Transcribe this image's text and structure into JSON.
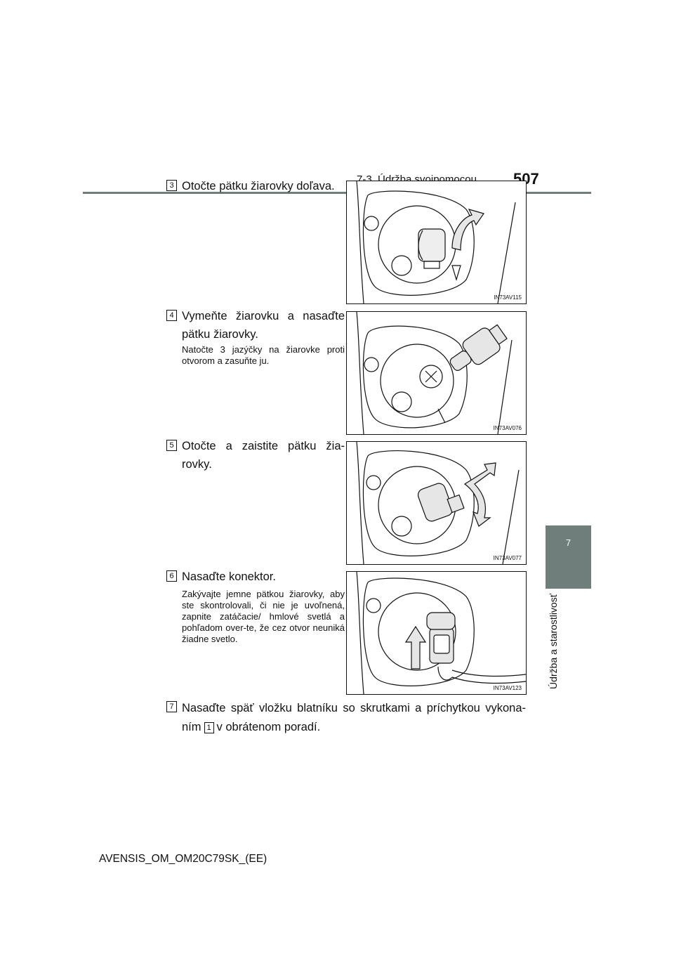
{
  "header": {
    "section": "7-3. Údržba svojpomocou",
    "page_number": "507"
  },
  "side_tab": {
    "chapter_number": "7",
    "chapter_title": "Údržba a starostlivosť"
  },
  "steps": [
    {
      "number": "3",
      "title": "Otočte pätku žiarovky doľava.",
      "note": "",
      "figure_code": "IN73AV115",
      "arrow": "curved-arrow-left"
    },
    {
      "number": "4",
      "title": "Vymeňte žiarovku a nasaďte pätku žiarovky.",
      "note": "Natočte 3 jazýčky na žiarovke proti otvorom a zasuňte ju.",
      "figure_code": "IN73AV076",
      "arrow": ""
    },
    {
      "number": "5",
      "title": "Otočte a zaistite pätku žia-rovky.",
      "note": "",
      "figure_code": "IN73AV077",
      "arrow": "curved-arrow-right"
    },
    {
      "number": "6",
      "title": "Nasaďte konektor.",
      "note": "Zakývajte jemne pätkou žiarovky, aby ste skontrolovali, či nie je uvoľnená, zapnite zatáčacie/ hmlové svetlá a pohľadom over-te, že cez otvor neuniká žiadne svetlo.",
      "figure_code": "IN73AV123",
      "arrow": "up-arrow"
    },
    {
      "number": "7",
      "text_before": "Nasaďte späť vložku blatníku so skrutkami a príchytkou vykona-ním",
      "ref": "1",
      "text_after": "v obrátenom poradí."
    }
  ],
  "footer": {
    "text": "AVENSIS_OM_OM20C79SK_(EE)"
  },
  "colors": {
    "accent": "#6f7d7b",
    "arrow_fill": "#e6e6e6"
  }
}
